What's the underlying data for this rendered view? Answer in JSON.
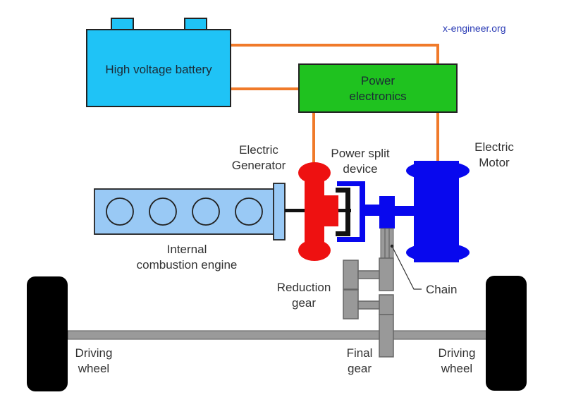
{
  "title": "Power split hybrid powertrain layout",
  "watermark": "x-engineer.org",
  "colors": {
    "battery": "#1fc3f6",
    "power_electronics": "#1fc21f",
    "generator": "#ee1111",
    "motor": "#0808ee",
    "engine": "#99c9f5",
    "wire": "#f07a2a",
    "gear": "#999999",
    "wheel": "#000000",
    "watermark": "#2a3bb5"
  },
  "components": {
    "battery": {
      "label": "High voltage battery"
    },
    "power_electronics": {
      "lines": [
        "Power",
        "electronics"
      ]
    },
    "generator": {
      "lines": [
        "Electric",
        "Generator"
      ]
    },
    "power_split": {
      "lines": [
        "Power split",
        "device"
      ]
    },
    "motor": {
      "lines": [
        "Electric",
        "Motor"
      ]
    },
    "engine": {
      "lines": [
        "Internal",
        "combustion engine"
      ],
      "cylinders": 4
    },
    "reduction_gear": {
      "lines": [
        "Reduction",
        "gear"
      ]
    },
    "chain": {
      "label": "Chain"
    },
    "final_gear": {
      "lines": [
        "Final",
        "gear"
      ]
    },
    "left_wheel": {
      "lines": [
        "Driving",
        "wheel"
      ]
    },
    "right_wheel": {
      "lines": [
        "Driving",
        "wheel"
      ]
    }
  }
}
